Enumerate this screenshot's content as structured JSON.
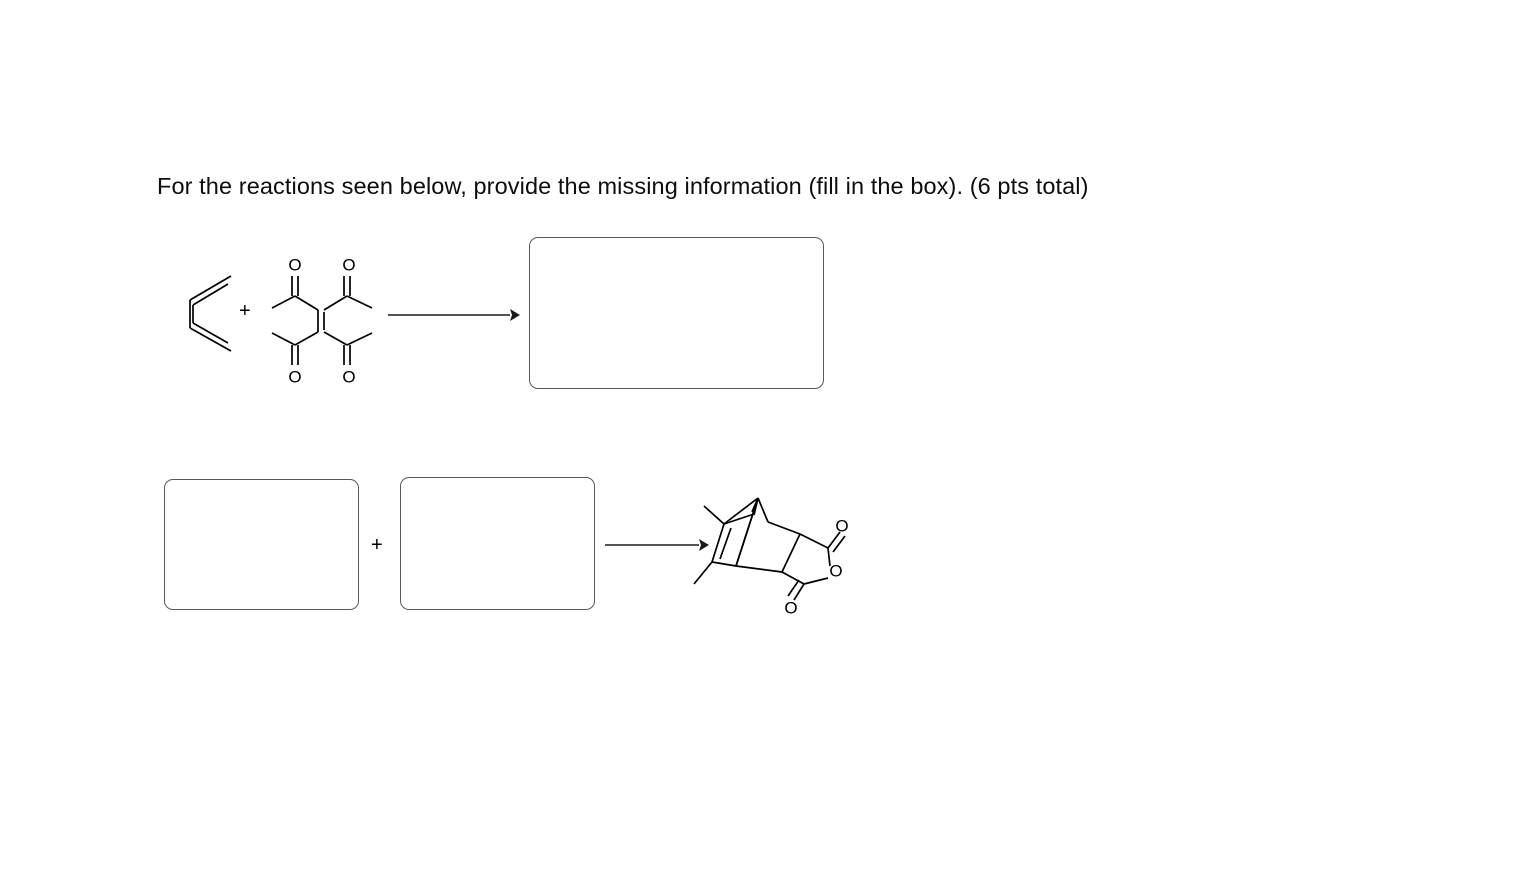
{
  "page": {
    "background_color": "#ffffff",
    "text_color": "#0d0d0d",
    "border_color": "#5a5a5a"
  },
  "prompt": {
    "text": "For the reactions seen below, provide the missing information (fill in the box). (6 pts total)",
    "points_total": "6 pts total"
  },
  "operators": {
    "plus": "+"
  },
  "reaction_1": {
    "reactant_1": {
      "name": "1,3-butadiene",
      "notation": "skeletal-s-cis-diene",
      "atom_labels": []
    },
    "reactant_2": {
      "name": "tetraacetylethylene",
      "notation": "skeletal",
      "atom_labels": [
        "O",
        "O",
        "O",
        "O"
      ],
      "oxygen_top_left": "O",
      "oxygen_top_right": "O",
      "oxygen_bottom_left": "O",
      "oxygen_bottom_right": "O"
    },
    "arrow": "reaction-arrow-right",
    "product": {
      "is_blank": true,
      "value": ""
    }
  },
  "reaction_2": {
    "reactant_1": {
      "is_blank": true,
      "value": ""
    },
    "reactant_2": {
      "is_blank": true,
      "value": ""
    },
    "arrow": "reaction-arrow-right",
    "product": {
      "name": "dimethyl bicyclic anhydride Diels-Alder adduct",
      "notation": "skeletal",
      "atom_labels": [
        "O",
        "O",
        "O"
      ],
      "oxygen_carbonyl_top": "O",
      "oxygen_ring": "O",
      "oxygen_carbonyl_bottom": "O"
    }
  }
}
